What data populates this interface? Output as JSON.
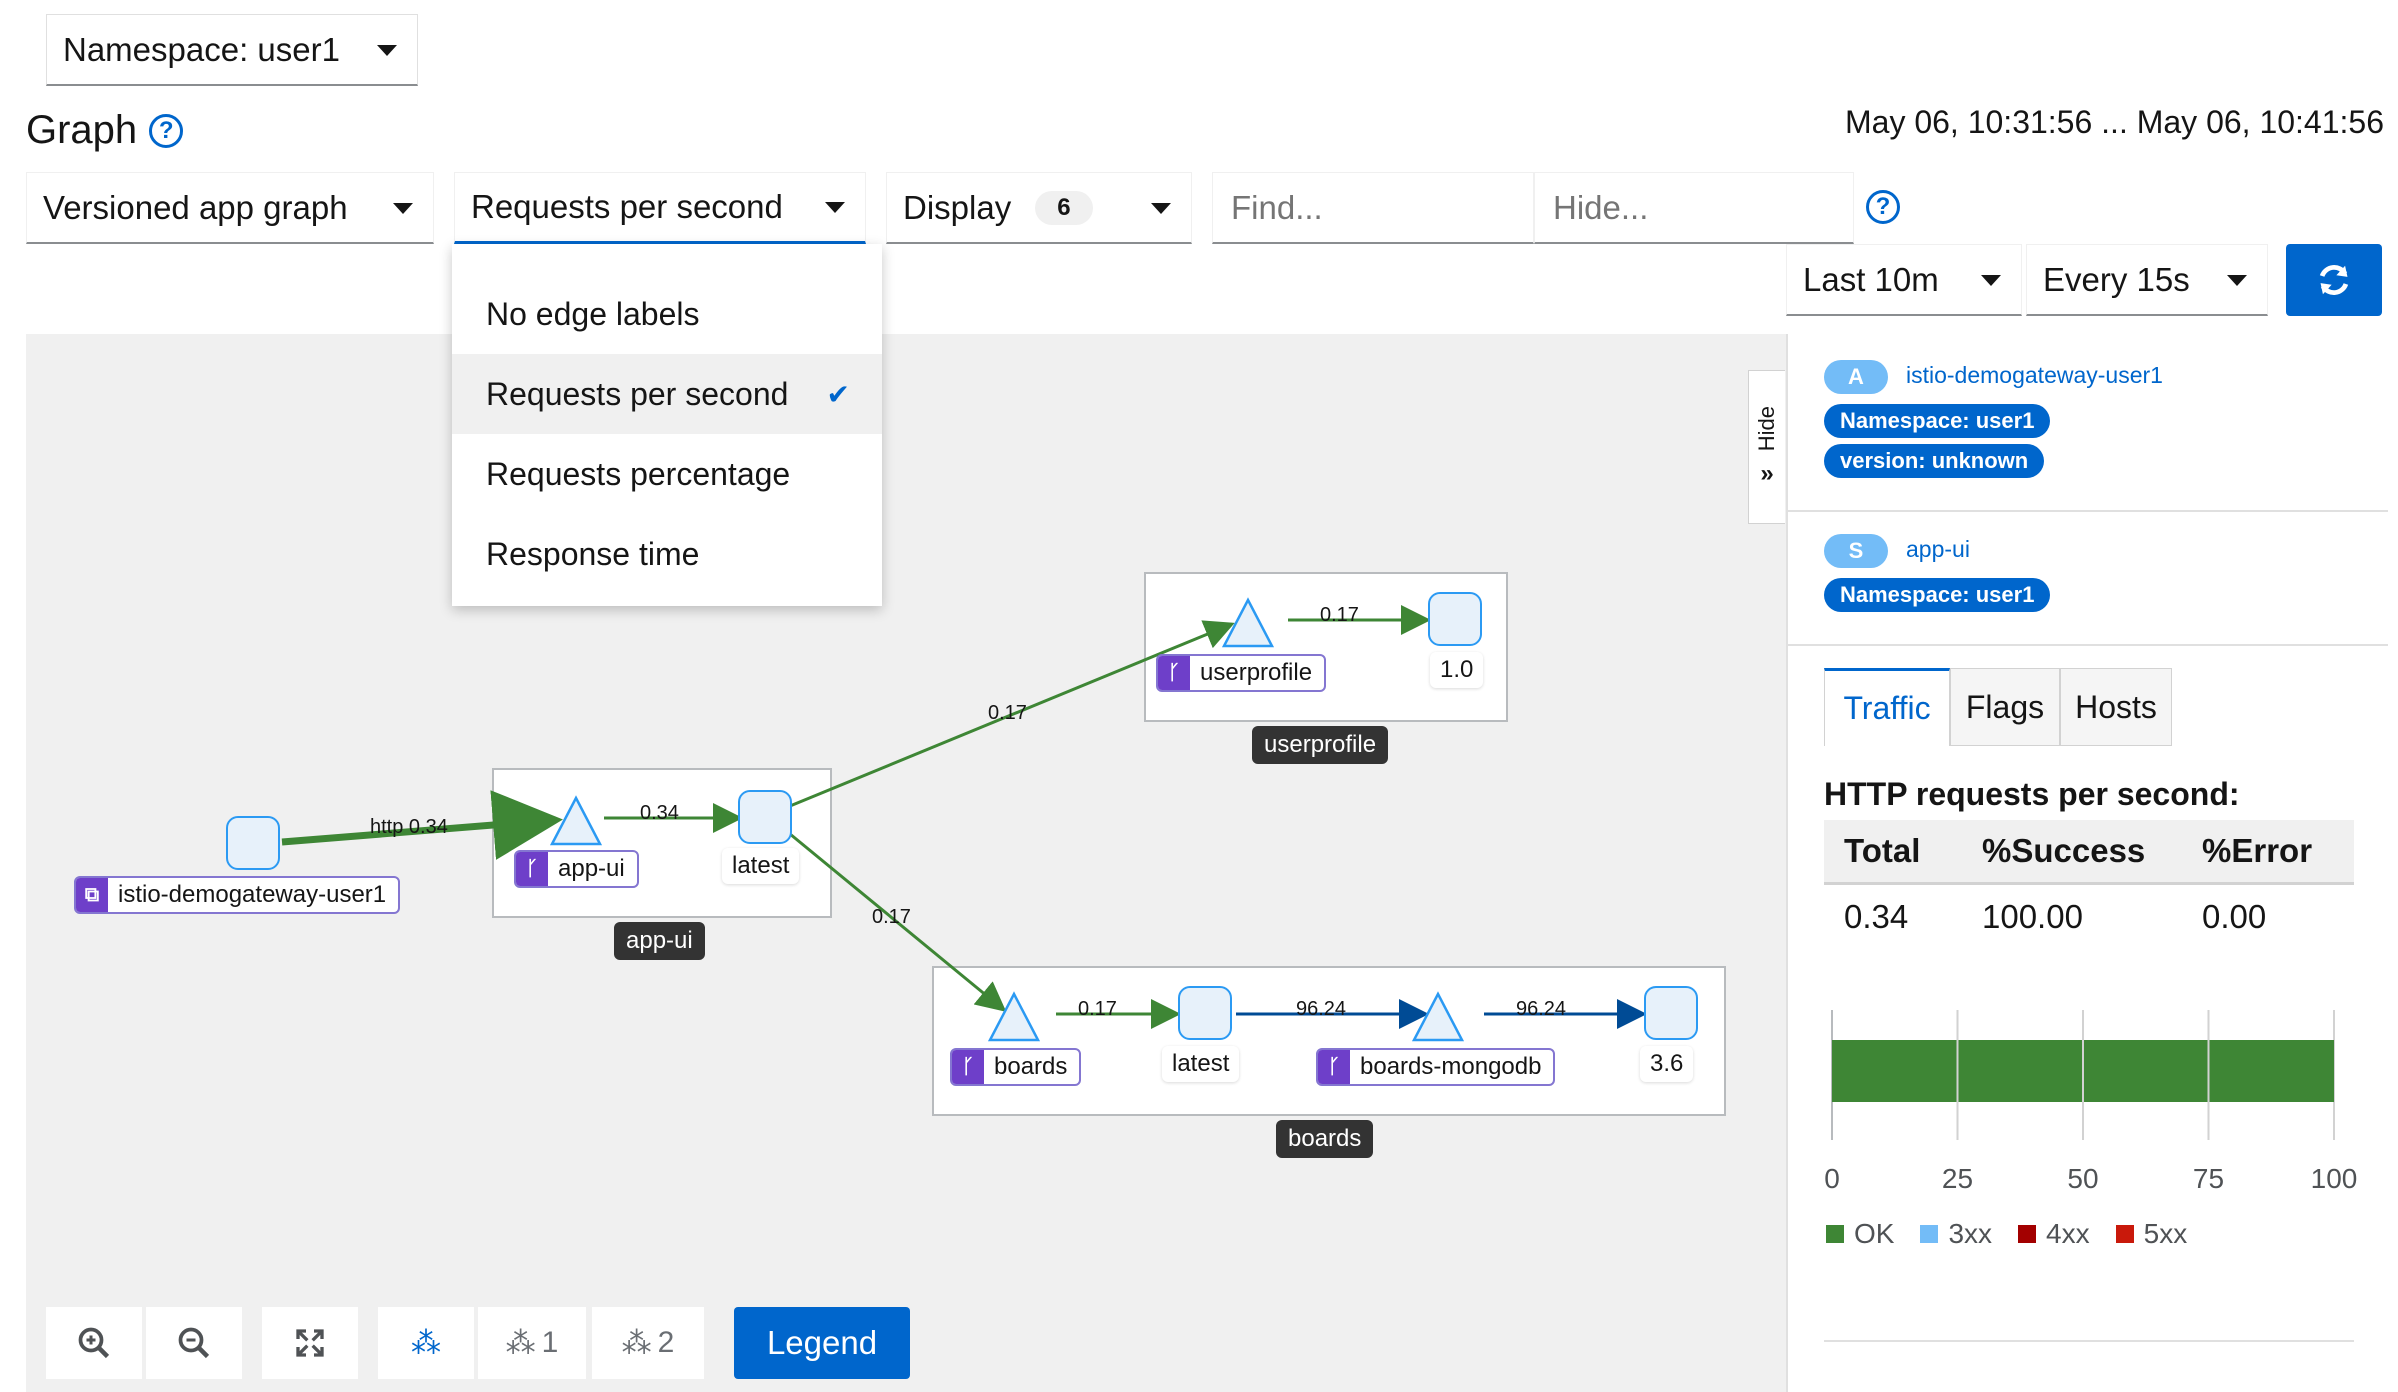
{
  "namespace_select": {
    "label": "Namespace: user1"
  },
  "header": {
    "title": "Graph",
    "time_range": "May 06, 10:31:56 ... May 06, 10:41:56"
  },
  "toolbar": {
    "graph_type": "Versioned app graph",
    "edge_label": "Requests per second",
    "display_label": "Display",
    "display_count": "6",
    "find_placeholder": "Find...",
    "hide_placeholder": "Hide...",
    "duration": "Last 10m",
    "refresh_interval": "Every 15s"
  },
  "edge_menu": {
    "items": [
      {
        "label": "No edge labels",
        "selected": false
      },
      {
        "label": "Requests per second",
        "selected": true
      },
      {
        "label": "Requests percentage",
        "selected": false
      },
      {
        "label": "Response time",
        "selected": false
      }
    ]
  },
  "graph": {
    "gateway_label": "istio-demogateway-user1",
    "gateway_edge": "http 0.34",
    "appui": {
      "box_label": "app-ui",
      "service_label": "app-ui",
      "version_label": "latest",
      "edge": "0.34"
    },
    "userprofile": {
      "box_label": "userprofile",
      "service_label": "userprofile",
      "version_label": "1.0",
      "edge": "0.17"
    },
    "boards": {
      "box_label": "boards",
      "service_label": "boards",
      "version_label": "latest",
      "edge": "0.17",
      "mongo_label": "boards-mongodb",
      "mongo_version": "3.6",
      "tcp_edge_1": "96.24",
      "tcp_edge_2": "96.24"
    },
    "edge_to_userprofile": "0.17",
    "edge_to_boards": "0.17",
    "hide_label": "Hide",
    "buttons": {
      "legend": "Legend",
      "layout1": "1",
      "layout2": "2"
    }
  },
  "side_panel": {
    "source": {
      "letter": "A",
      "name": "istio-demogateway-user1",
      "badges": [
        "Namespace: user1",
        "version: unknown"
      ]
    },
    "target": {
      "letter": "S",
      "name": "app-ui",
      "badges": [
        "Namespace: user1"
      ]
    },
    "tabs": [
      "Traffic",
      "Flags",
      "Hosts"
    ],
    "traffic_title": "HTTP requests per second:",
    "table_headers": [
      "Total",
      "%Success",
      "%Error"
    ],
    "table_values": [
      "0.34",
      "100.00",
      "0.00"
    ],
    "bar_chart": {
      "ok_percent": 100,
      "ticks": [
        "0",
        "25",
        "50",
        "75",
        "100"
      ],
      "legend": [
        {
          "label": "OK",
          "color": "#3e8635"
        },
        {
          "label": "3xx",
          "color": "#73bcf7"
        },
        {
          "label": "4xx",
          "color": "#a30000"
        },
        {
          "label": "5xx",
          "color": "#c9190b"
        }
      ]
    }
  }
}
